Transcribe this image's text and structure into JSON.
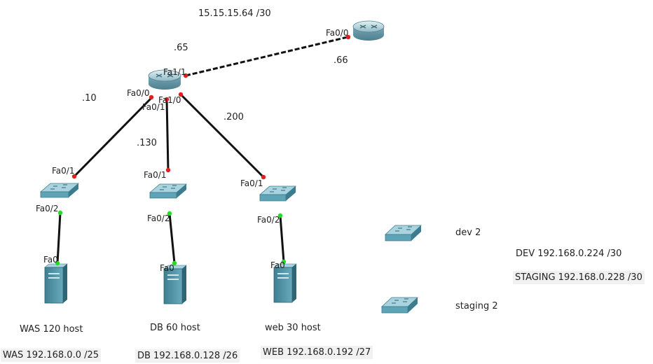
{
  "topology": {
    "wan_subnet": "15.15.15.64 /30",
    "ip_suffixes": {
      "router1_wan": ".65",
      "router2_wan": ".66",
      "to_was": ".10",
      "to_db": ".130",
      "to_web": ".200"
    },
    "router1": {
      "ports": {
        "fa1_1": "Fa1/1",
        "fa0_0": "Fa0/0",
        "fa1_0": "Fa1/0",
        "fa0_1": "Fa0/1"
      }
    },
    "router2": {
      "ports": {
        "fa0_0": "Fa0/0"
      }
    },
    "switches": [
      {
        "uplink_port": "Fa0/1",
        "downlink_port": "Fa0/2"
      },
      {
        "uplink_port": "Fa0/1",
        "downlink_port": "Fa0/2"
      },
      {
        "uplink_port": "Fa0/1",
        "downlink_port": "Fa0/2"
      }
    ],
    "hosts": [
      {
        "port": "Fa0",
        "name": "WAS 120 host",
        "network": "WAS  192.168.0.0 /25"
      },
      {
        "port": "Fa0",
        "name": "DB 60 host",
        "network": "DB 192.168.0.128 /26"
      },
      {
        "port": "Fa0",
        "name": "web 30 host",
        "network": "WEB 192.168.0.192 /27"
      }
    ],
    "extra_switches": [
      {
        "name": "dev 2"
      },
      {
        "name": "staging 2"
      }
    ],
    "notes": {
      "dev": "DEV 192.168.0.224 /30",
      "staging": "STAGING 192.168.0.228 /30"
    }
  },
  "colors": {
    "link": "#111111",
    "port_down": "#e02020",
    "port_up": "#22dd22",
    "device_teal": "#5fa3b6",
    "device_teal_dark": "#3c7c8f",
    "device_teal_light": "#a9d3de"
  }
}
